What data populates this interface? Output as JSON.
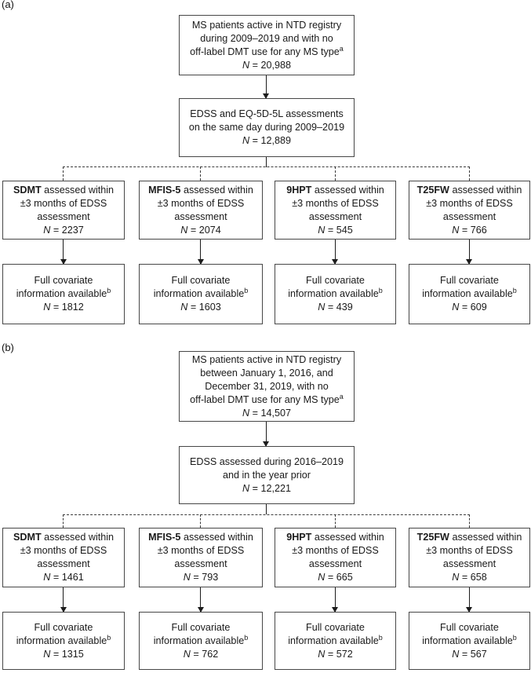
{
  "figure": {
    "panels": [
      {
        "label": "(a)",
        "top_box": {
          "lines": [
            "MS patients active in NTD registry",
            "during 2009–2019 and with no",
            "off-label DMT use for any MS type"
          ],
          "sup": "a",
          "n_label": "N",
          "n_rest": "= 20,988"
        },
        "filter_box": {
          "lines": [
            "EDSS and EQ-5D-5L assessments",
            "on the same day during 2009–2019"
          ],
          "n_label": "N",
          "n_rest": "= 12,889"
        },
        "branches": [
          {
            "test": "SDMT",
            "test_rest": "assessed within",
            "lines": [
              "±3 months of EDSS",
              "assessment"
            ],
            "n_label": "N",
            "n_rest": "= 2237",
            "covariate": {
              "lines": [
                "Full covariate",
                "information available"
              ],
              "sup": "b",
              "n_label": "N",
              "n_rest": "= 1812"
            }
          },
          {
            "test": "MFIS-5",
            "test_rest": "assessed within",
            "lines": [
              "±3 months of EDSS",
              "assessment"
            ],
            "n_label": "N",
            "n_rest": "= 2074",
            "covariate": {
              "lines": [
                "Full covariate",
                "information available"
              ],
              "sup": "b",
              "n_label": "N",
              "n_rest": "= 1603"
            }
          },
          {
            "test": "9HPT",
            "test_rest": "assessed within",
            "lines": [
              "±3 months of EDSS",
              "assessment"
            ],
            "n_label": "N",
            "n_rest": "= 545",
            "covariate": {
              "lines": [
                "Full covariate",
                "information available"
              ],
              "sup": "b",
              "n_label": "N",
              "n_rest": "= 439"
            }
          },
          {
            "test": "T25FW",
            "test_rest": "assessed within",
            "lines": [
              "±3 months of EDSS",
              "assessment"
            ],
            "n_label": "N",
            "n_rest": "= 766",
            "covariate": {
              "lines": [
                "Full covariate",
                "information available"
              ],
              "sup": "b",
              "n_label": "N",
              "n_rest": "= 609"
            }
          }
        ]
      },
      {
        "label": "(b)",
        "top_box": {
          "lines": [
            "MS patients active in NTD registry",
            "between January 1, 2016, and",
            "December 31, 2019, with no",
            "off-label DMT use for any MS type"
          ],
          "sup": "a",
          "n_label": "N",
          "n_rest": "= 14,507"
        },
        "filter_box": {
          "lines": [
            "EDSS assessed during 2016–2019",
            "and in the year prior"
          ],
          "n_label": "N",
          "n_rest": "= 12,221"
        },
        "branches": [
          {
            "test": "SDMT",
            "test_rest": "assessed within",
            "lines": [
              "±3 months of EDSS",
              "assessment"
            ],
            "n_label": "N",
            "n_rest": "= 1461",
            "covariate": {
              "lines": [
                "Full covariate",
                "information available"
              ],
              "sup": "b",
              "n_label": "N",
              "n_rest": "= 1315"
            }
          },
          {
            "test": "MFIS-5",
            "test_rest": "assessed within",
            "lines": [
              "±3 months of EDSS",
              "assessment"
            ],
            "n_label": "N",
            "n_rest": "= 793",
            "covariate": {
              "lines": [
                "Full covariate",
                "information available"
              ],
              "sup": "b",
              "n_label": "N",
              "n_rest": "= 762"
            }
          },
          {
            "test": "9HPT",
            "test_rest": "assessed within",
            "lines": [
              "±3 months of EDSS",
              "assessment"
            ],
            "n_label": "N",
            "n_rest": "= 665",
            "covariate": {
              "lines": [
                "Full covariate",
                "information available"
              ],
              "sup": "b",
              "n_label": "N",
              "n_rest": "= 572"
            }
          },
          {
            "test": "T25FW",
            "test_rest": "assessed within",
            "lines": [
              "±3 months of EDSS",
              "assessment"
            ],
            "n_label": "N",
            "n_rest": "= 658",
            "covariate": {
              "lines": [
                "Full covariate",
                "information available"
              ],
              "sup": "b",
              "n_label": "N",
              "n_rest": "= 567"
            }
          }
        ]
      }
    ]
  }
}
